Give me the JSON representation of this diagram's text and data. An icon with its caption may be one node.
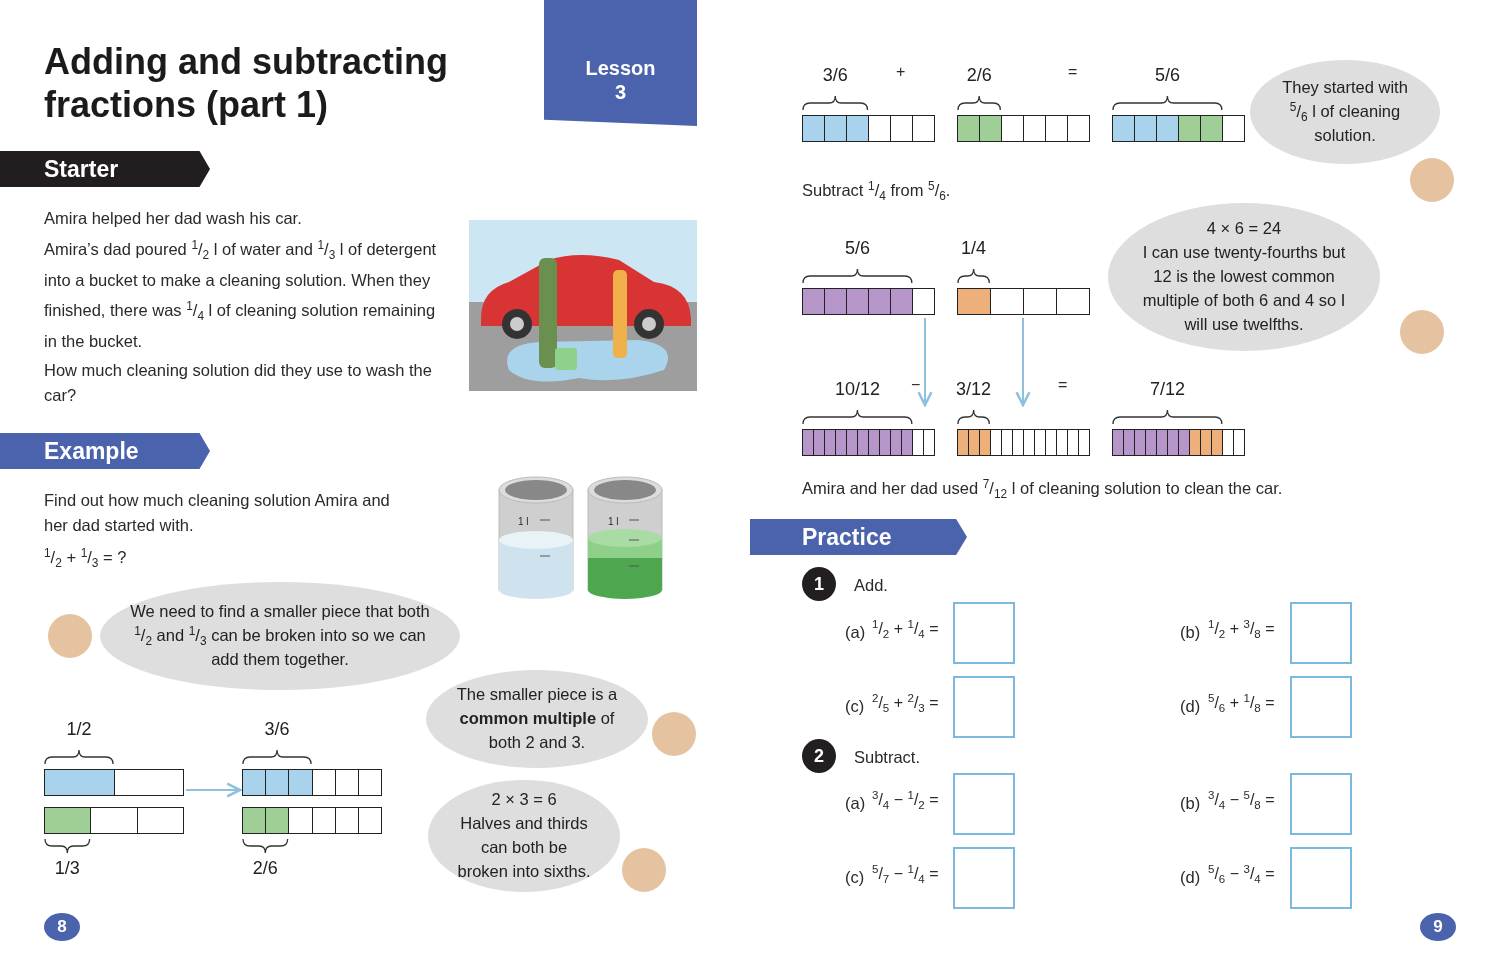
{
  "diagram": {
    "title": "Adding and subtracting fractions (part 1)",
    "nodes": [
      {
        "text": [
          "Lesson 3"
        ]
      },
      {
        "text": [
          "Starter"
        ]
      },
      {
        "text": [
          "Example"
        ]
      },
      {
        "text": [
          "We need to find a smaller piece that both $^{1}$/$_{2}$ and $^{1}$/$_{3}$ can be broken into so we can add them together."
        ]
      },
      {
        "text": [],
        "shape": "bar",
        "beside": [
          "1/2"
        ]
      },
      {
        "text": [],
        "shape": "bar",
        "beside": [
          "1/3"
        ]
      },
      {
        "text": [],
        "shape": "bar",
        "beside": [
          "3/6"
        ]
      },
      {
        "text": [],
        "shape": "bar",
        "beside": [
          "2/6"
        ]
      },
      {
        "text": [
          "The smaller piece is a **common multiple** of both 2 and 3."
        ]
      },
      {
        "text": [
          "2 × 3 = 6",
          "Halves and thirds can both be broken into sixths."
        ]
      },
      {
        "text": [
          "8"
        ]
      },
      {
        "text": [],
        "shape": "bar",
        "beside": [
          "3/6"
        ]
      },
      {
        "text": [],
        "shape": "bar",
        "beside": [
          "2/6"
        ]
      },
      {
        "text": [],
        "shape": "bar",
        "beside": [
          "5/6"
        ]
      },
      {
        "text": [
          "They started with $^{5}$/$_{6}$ l of cleaning solution."
        ]
      },
      {
        "text": [],
        "shape": "bar",
        "beside": [
          "5/6"
        ]
      },
      {
        "text": [],
        "shape": "bar",
        "beside": [
          "1/4"
        ]
      },
      {
        "text": [
          "4 × 6 = 24",
          "I can use twenty-fourths but 12 is the lowest common multiple of both 6 and 4 so I will use twelfths."
        ]
      },
      {
        "text": [],
        "shape": "bar",
        "beside": [
          "10/12"
        ]
      },
      {
        "text": [],
        "shape": "bar",
        "beside": [
          "3/12"
        ]
      },
      {
        "text": [],
        "shape": "bar",
        "beside": [
          "7/12"
        ]
      },
      {
        "text": [
          "Practice"
        ]
      },
      {
        "text": [
          "1"
        ]
      },
      {
        "text": [],
        "shape": "box"
      },
      {
        "text": [],
        "shape": "box"
      },
      {
        "text": [],
        "shape": "box"
      },
      {
        "text": [],
        "shape": "box"
      },
      {
        "text": [
          "2"
        ]
      },
      {
        "text": [],
        "shape": "box"
      },
      {
        "text": [],
        "shape": "box"
      },
      {
        "text": [],
        "shape": "box"
      },
      {
        "text": [],
        "shape": "box"
      },
      {
        "text": [
          "9"
        ]
      }
    ],
    "edges": [
      {
        "from": 4,
        "to": 6,
        "arrow": "to"
      },
      {
        "from": 15,
        "to": 18,
        "arrow": "to"
      },
      {
        "from": 16,
        "to": 19,
        "arrow": "to"
      }
    ],
    "labels": [
      "Amira helped her dad wash his car.",
      "Amira’s dad poured $^{1}$/$_{2}$ l of water and $^{1}$/$_{3}$ l of detergent into a bucket to make a cleaning solution. When they finished, there was $^{1}$/$_{4}$ l of cleaning solution remaining in the bucket.",
      "How much cleaning solution did they use to wash the car?",
      "Find out how much cleaning solution Amira and her dad started with.",
      "$^{1}$/$_{2}$ + $^{1}$/$_{3}$ = ?",
      "1 l",
      "1 l",
      "+",
      "=",
      "Subtract $^{1}$/$_{4}$ from $^{5}$/$_{6}$.",
      "−",
      "=",
      "Amira and her dad used $^{7}$/$_{12}$ l of cleaning solution to clean the car.",
      "Add.",
      "(a)",
      "$^{1}$/$_{2}$ + $^{1}$/$_{4}$ =",
      "(b)",
      "$^{1}$/$_{2}$ + $^{3}$/$_{8}$ =",
      "(c)",
      "$^{2}$/$_{5}$ + $^{2}$/$_{3}$ =",
      "(d)",
      "$^{5}$/$_{6}$ + $^{1}$/$_{8}$ =",
      "Subtract.",
      "(a)",
      "$^{3}$/$_{4}$ − $^{1}$/$_{2}$ =",
      "(b)",
      "$^{3}$/$_{4}$ − $^{5}$/$_{8}$ =",
      "(c)",
      "$^{5}$/$_{7}$ − $^{1}$/$_{4}$ =",
      "(d)",
      "$^{5}$/$_{6}$ − $^{3}$/$_{4}$ ="
    ]
  }
}
